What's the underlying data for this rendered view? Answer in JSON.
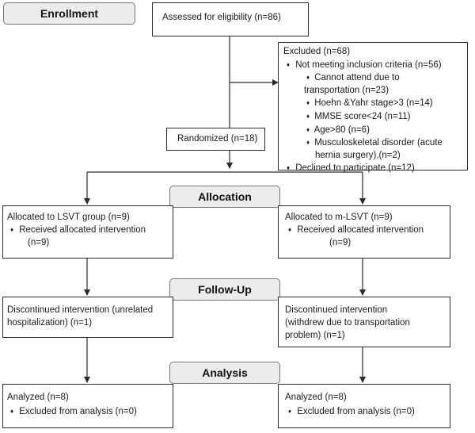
{
  "stages": {
    "enrollment": "Enrollment",
    "allocation": "Allocation",
    "followup": "Follow-Up",
    "analysis": "Analysis"
  },
  "assessed": "Assessed for eligibility (n=86)",
  "excluded": {
    "title": "Excluded (n=68)",
    "not_meeting": "Not meeting inclusion criteria (n=56)",
    "reasons": [
      [
        "Cannot attend due to",
        "transportation (n=23)"
      ],
      [
        "Hoehn &Yahr stage>3 (n=14)"
      ],
      [
        "MMSE score<24 (n=11)"
      ],
      [
        "Age>80 (n=6)"
      ],
      [
        "Musculoskeletal disorder (acute",
        "hernia surgery),(n=2)"
      ]
    ],
    "declined": "Declined to participate (n=12)"
  },
  "randomized": "Randomized (n=18)",
  "left": {
    "allocated": "Allocated to LSVT group (n=9)",
    "received": [
      "Received allocated intervention",
      "(n=9)"
    ],
    "discontinued": [
      "Discontinued intervention (unrelated",
      "hospitalization) (n=1)"
    ],
    "analyzed": "Analyzed (n=8)",
    "excluded": "Excluded from analysis (n=0)"
  },
  "right": {
    "allocated": "Allocated to m-LSVT (n=9)",
    "received": [
      "Received allocated intervention",
      "(n=9)"
    ],
    "discontinued": [
      "Discontinued intervention",
      "(withdrew due to transportation",
      "problem) (n=1)"
    ],
    "analyzed": "Analyzed (n=8)",
    "excluded": "Excluded from analysis (n=0)"
  },
  "bullet_glyph": "♦"
}
